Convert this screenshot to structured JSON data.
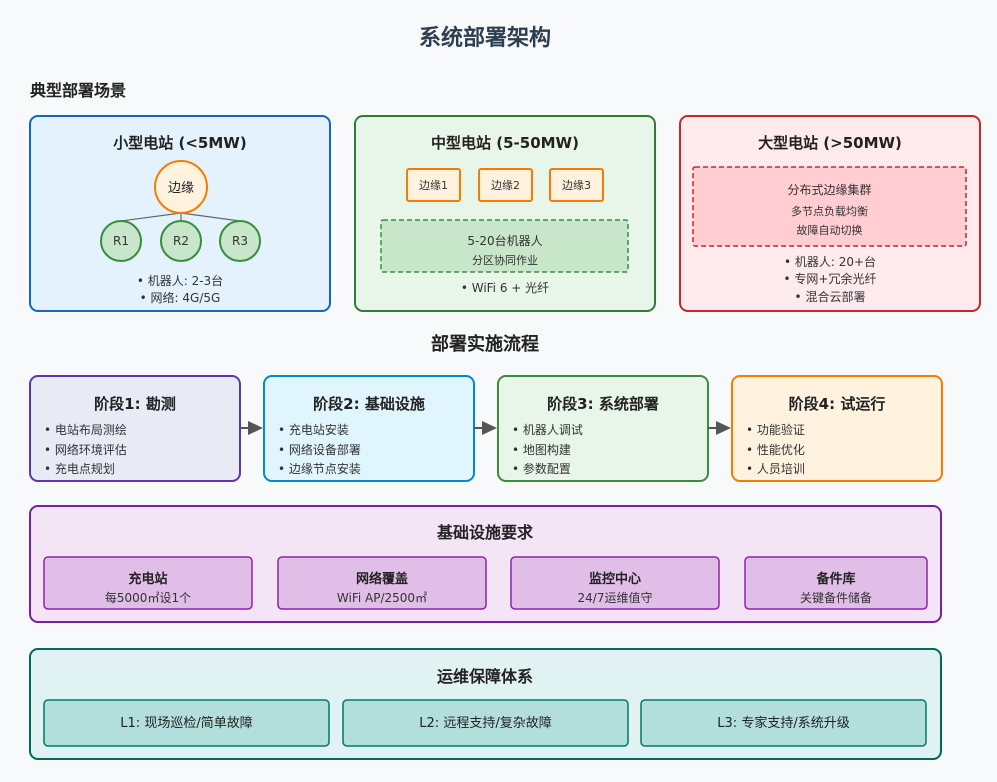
{
  "title": "系统部署架构",
  "scenarios": {
    "heading": "典型部署场景",
    "small": {
      "title": "小型电站 (<5MW)",
      "edge": "边缘",
      "robots": [
        "R1",
        "R2",
        "R3"
      ],
      "bullets": [
        "• 机器人: 2-3台",
        "• 网络: 4G/5G"
      ]
    },
    "medium": {
      "title": "中型电站 (5-50MW)",
      "edges": [
        "边缘1",
        "边缘2",
        "边缘3"
      ],
      "cluster": [
        "5-20台机器人",
        "分区协同作业"
      ],
      "bullets": [
        "• WiFi 6 + 光纤"
      ]
    },
    "large": {
      "title": "大型电站 (>50MW)",
      "cluster": [
        "分布式边缘集群",
        "多节点负载均衡",
        "故障自动切换"
      ],
      "bullets": [
        "• 机器人: 20+台",
        "• 专网+冗余光纤",
        "• 混合云部署"
      ]
    }
  },
  "process": {
    "heading": "部署实施流程",
    "stages": [
      {
        "title": "阶段1: 勘测",
        "items": [
          "• 电站布局测绘",
          "• 网络环境评估",
          "• 充电点规划"
        ]
      },
      {
        "title": "阶段2: 基础设施",
        "items": [
          "• 充电站安装",
          "• 网络设备部署",
          "• 边缘节点安装"
        ]
      },
      {
        "title": "阶段3: 系统部署",
        "items": [
          "• 机器人调试",
          "• 地图构建",
          "• 参数配置"
        ]
      },
      {
        "title": "阶段4: 试运行",
        "items": [
          "• 功能验证",
          "• 性能优化",
          "• 人员培训"
        ]
      }
    ]
  },
  "infrastructure": {
    "heading": "基础设施要求",
    "items": [
      {
        "name": "充电站",
        "detail": "每5000㎡设1个"
      },
      {
        "name": "网络覆盖",
        "detail": "WiFi AP/2500㎡"
      },
      {
        "name": "监控中心",
        "detail": "24/7运维值守"
      },
      {
        "name": "备件库",
        "detail": "关键备件储备"
      }
    ]
  },
  "operations": {
    "heading": "运维保障体系",
    "levels": [
      "L1: 现场巡检/简单故障",
      "L2: 远程支持/复杂故障",
      "L3: 专家支持/系统升级"
    ]
  },
  "colors": {
    "page-bg": "#f8f9fa",
    "title-text": "#2c3e50",
    "heading-text": "#222222",
    "body-text": "#333333",
    "small-fill": "#e3f2fd",
    "small-stroke": "#1565c0",
    "medium-fill": "#e8f5e9",
    "medium-stroke": "#2e7d32",
    "large-fill": "#ffebee",
    "large-stroke": "#c62828",
    "edge-fill": "#fff3e0",
    "edge-stroke": "#f57c00",
    "robot-fill": "#c8e6c9",
    "robot-stroke": "#388e3c",
    "link": "#666666",
    "medium-cluster-fill": "#c8e6c9",
    "medium-cluster-stroke": "#388e3c",
    "large-cluster-fill": "#ffcdd2",
    "large-cluster-stroke": "#c62828",
    "stage1-fill": "#e8eaf6",
    "stage1-stroke": "#5e35b1",
    "stage2-fill": "#e1f5fe",
    "stage2-stroke": "#0288d1",
    "stage3-fill": "#e8f5e9",
    "stage3-stroke": "#388e3c",
    "stage4-fill": "#fff3e0",
    "stage4-stroke": "#f57c00",
    "arrow": "#555555",
    "infra-fill": "#f3e5f5",
    "infra-stroke": "#7b1fa2",
    "infra-item-fill": "#e1bee7",
    "infra-item-stroke": "#8e24aa",
    "ops-fill": "#e0f2f1",
    "ops-stroke": "#00695c",
    "ops-item-fill": "#b2dfdb",
    "ops-item-stroke": "#00796b"
  }
}
